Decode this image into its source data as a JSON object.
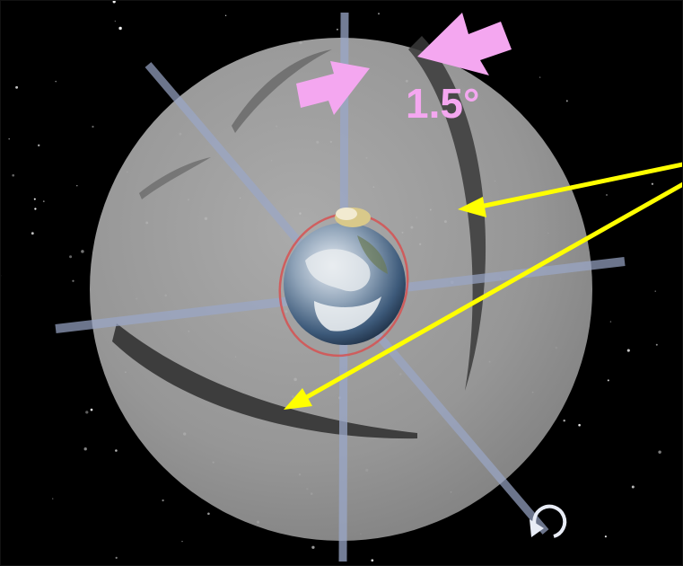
{
  "colors": {
    "background": "#000000",
    "sphere": "#a7a7a7",
    "sphere_band": "#3a3a3a",
    "axis": "#9aa7c8",
    "arrow_pink": "#f4a7f0",
    "arrow_yellow": "#ffff00",
    "orbit_red": "#d94c4c",
    "rotation_glyph": "#e8ecf6"
  },
  "annotation": {
    "angle_label": "1.5°"
  },
  "icons": {
    "rotation": "rotation-arrow-icon",
    "earth": "earth-globe",
    "sun": "sun-object"
  }
}
